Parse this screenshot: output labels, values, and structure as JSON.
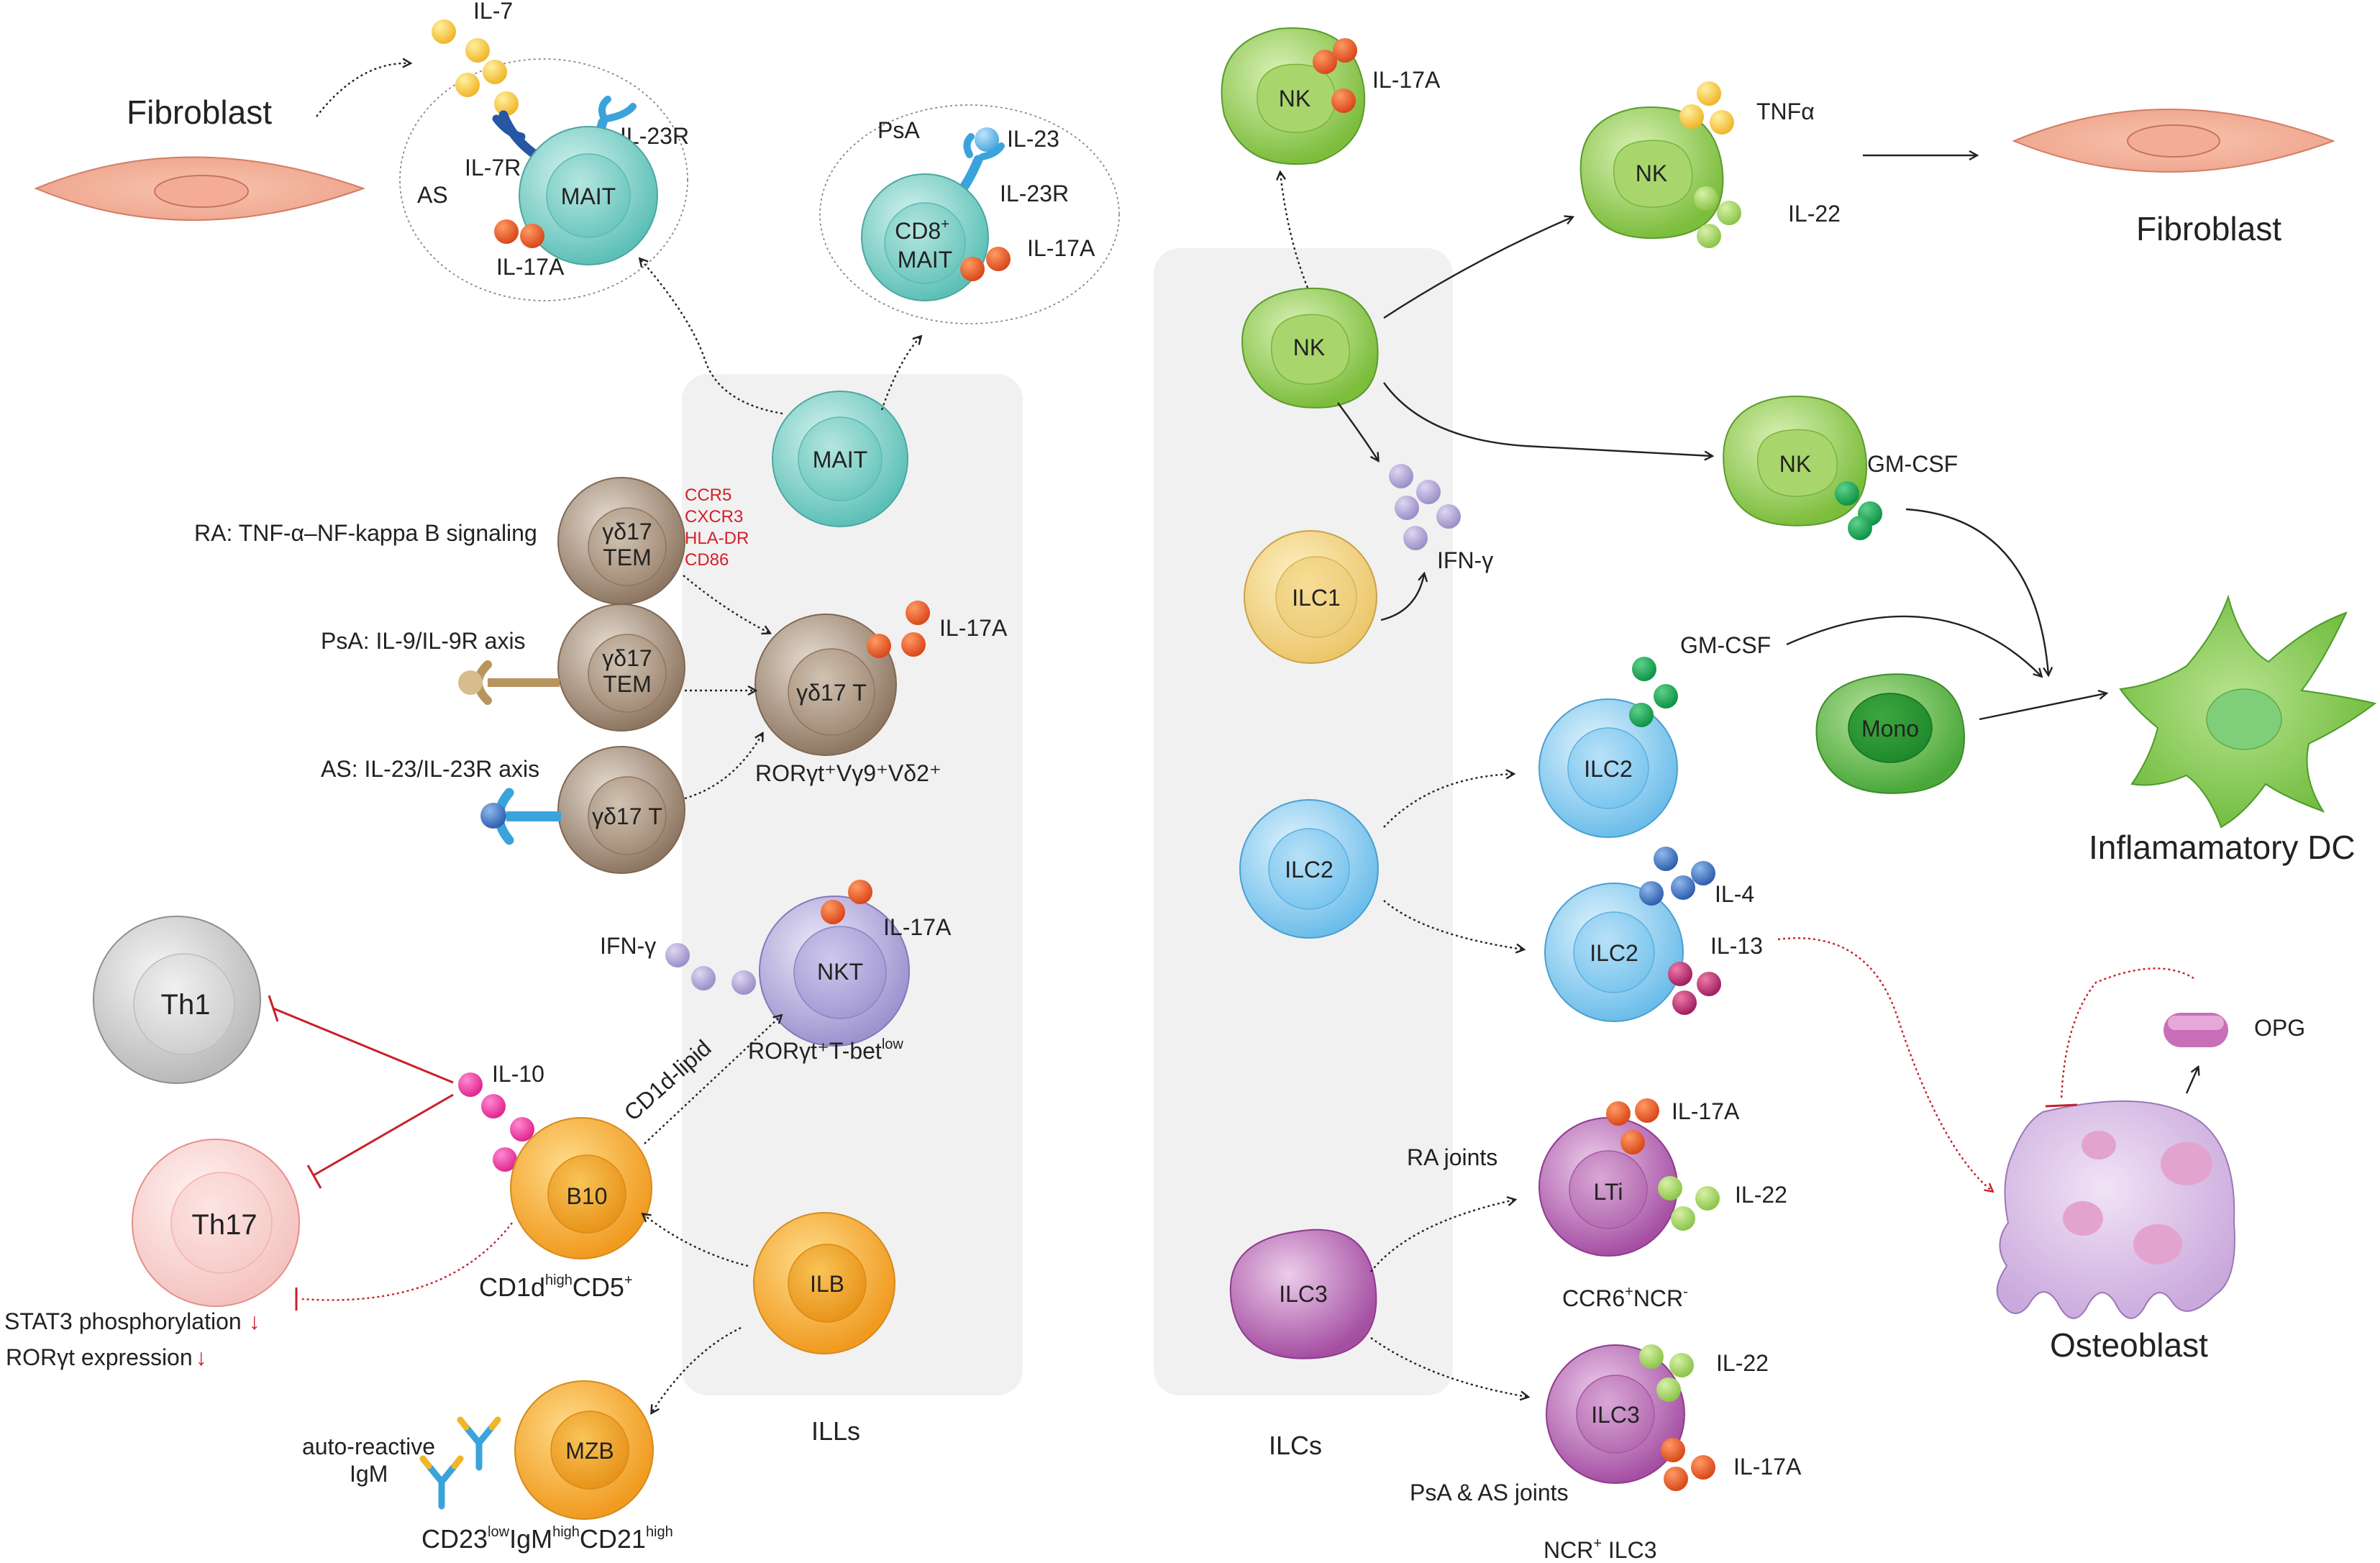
{
  "panels": {
    "ills_label": "ILLs",
    "ilcs_label": "ILCs"
  },
  "cells": {
    "fibroblast_left": "Fibroblast",
    "fibroblast_right": "Fibroblast",
    "mait_as": "MAIT",
    "cd8_mait_line1": "CD8",
    "cd8_mait_sup": "+",
    "cd8_mait_line2": "MAIT",
    "mait_center": "MAIT",
    "gd17_tem_1_l1": "γδ17",
    "gd17_tem_1_l2": "TEM",
    "gd17_tem_2_l1": "γδ17",
    "gd17_tem_2_l2": "TEM",
    "gd17_t_as": "γδ17 T",
    "gd17_t_center": "γδ17 T",
    "nkt": "NKT",
    "th1": "Th1",
    "th17": "Th17",
    "b10": "B10",
    "ilb": "ILB",
    "mzb": "MZB",
    "nk_top": "NK",
    "nk_tnf": "NK",
    "nk_center": "NK",
    "nk_gmcsf": "NK",
    "ilc1": "ILC1",
    "ilc2_center": "ILC2",
    "ilc2_gmcsf": "ILC2",
    "ilc2_il4": "ILC2",
    "ilc3_center": "ILC3",
    "lti": "LTi",
    "ilc3_ncr": "ILC3",
    "mono": "Mono",
    "inflammatory_dc": "Inflamamatory DC",
    "osteoblast": "Osteoblast",
    "opg": "OPG"
  },
  "labels": {
    "il7": "IL-7",
    "il7r": "IL-7R",
    "il23r_as": "IL-23R",
    "as_tag": "AS",
    "il17a_as": "IL-17A",
    "psa_tag": "PsA",
    "il23_psa": "IL-23",
    "il23r_psa": "IL-23R",
    "il17a_psa": "IL-17A",
    "ra_signaling": "RA: TNF-α–NF-kappa B signaling",
    "psa_axis": "PsA: IL-9/IL-9R axis",
    "as_axis": "AS: IL-23/IL-23R axis",
    "markers": [
      "CCR5",
      "CXCR3",
      "HLA-DR",
      "CD86"
    ],
    "il17a_gd": "IL-17A",
    "ror_vg": "RORγt⁺Vγ9⁺Vδ2⁺",
    "ifng_nkt": "IFN-γ",
    "il17a_nkt": "IL-17A",
    "nkt_pheno_main": "RORγt⁺T-bet",
    "nkt_pheno_sup": "low",
    "cd1d_lipid": "CD1d-lipid",
    "il10": "IL-10",
    "b10_pheno_a": "CD1d",
    "b10_pheno_a_sup": "high",
    "b10_pheno_b": "CD5",
    "b10_pheno_b_sup": "+",
    "stat3": "STAT3 phosphorylation",
    "rorgt_expr": "RORγt expression",
    "down_arrow": "↓",
    "autoreactive_l1": "auto-reactive",
    "autoreactive_l2": "IgM",
    "mzb_pheno_1": "CD23",
    "mzb_pheno_1_sup": "low",
    "mzb_pheno_2": "IgM",
    "mzb_pheno_2_sup": "high",
    "mzb_pheno_3": "CD21",
    "mzb_pheno_3_sup": "high",
    "il17a_nk": "IL-17A",
    "tnfa": "TNFα",
    "il22_nk": "IL-22",
    "gmcsf_nk": "GM-CSF",
    "ifng_ilc": "IFN-γ",
    "gmcsf_ilc2": "GM-CSF",
    "il4": "IL-4",
    "il13": "IL-13",
    "ra_joints": "RA joints",
    "il17a_lti": "IL-17A",
    "il22_lti": "IL-22",
    "lti_pheno_a": "CCR6",
    "lti_pheno_a_sup": "+",
    "lti_pheno_b": "NCR",
    "lti_pheno_b_sup": "-",
    "il22_ilc3": "IL-22",
    "il17a_ilc3": "IL-17A",
    "psa_as_joints": "PsA & AS joints",
    "ncr_ilc3_sup": "+",
    "ncr_ilc3_a": "NCR",
    "ncr_ilc3_b": " ILC3"
  },
  "colors": {
    "orange_cytokine": "#e8622a",
    "yellow_cytokine": "#f5c93a",
    "nk_green": "#8cc54a",
    "mait_teal": "#7fd0c9",
    "gd_brown": "#b09a85",
    "nkt_lavender": "#b3a9d6",
    "b_orange": "#f3a53a",
    "ilc2_blue": "#79c3ea",
    "ilc3_purple": "#b561b0",
    "ilc1_yellow": "#f4d78b",
    "inhibition_red": "#c8202a"
  }
}
